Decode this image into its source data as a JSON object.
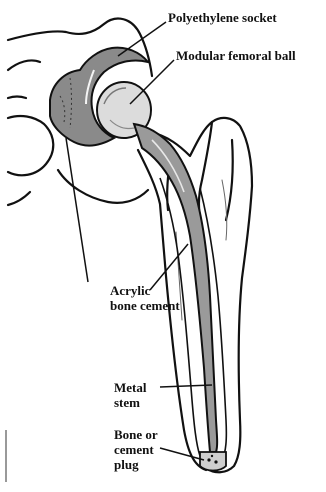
{
  "labels": {
    "socket": "Polyethylene socket",
    "ball": "Modular femoral ball",
    "cement_line1": "Acrylic",
    "cement_line2": "bone cement",
    "stem_line1": "Metal",
    "stem_line2": "stem",
    "plug_line1": "Bone or",
    "plug_line2": "cement",
    "plug_line3": "plug"
  },
  "colors": {
    "ink": "#111111",
    "background": "#ffffff",
    "socket_fill": "#8a8a8a",
    "stem_fill": "#9a9a9a",
    "ball_fill": "#dcdcdc"
  }
}
